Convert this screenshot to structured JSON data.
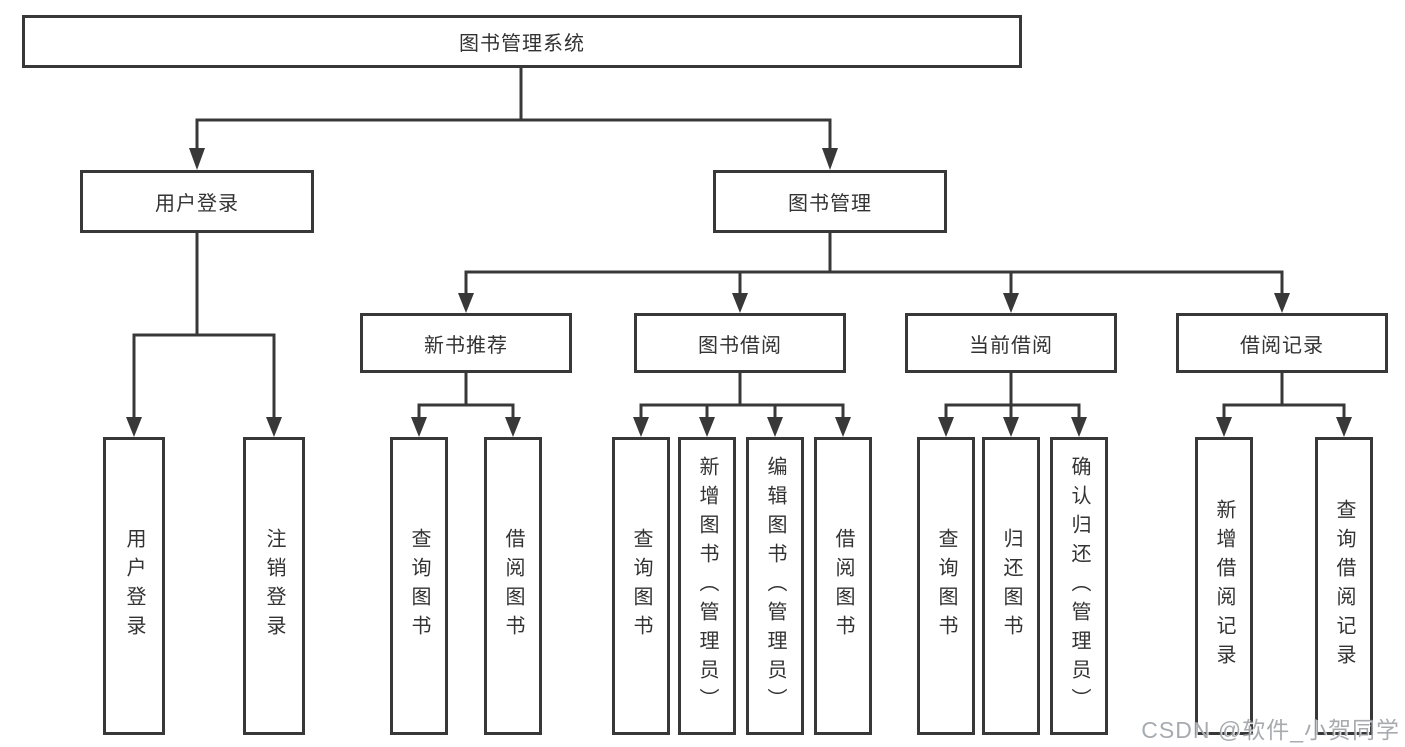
{
  "tree": {
    "label": "图书管理系统",
    "children": [
      {
        "label": "用户登录",
        "children": [
          {
            "label": "用户登录"
          },
          {
            "label": "注销登录"
          }
        ]
      },
      {
        "label": "图书管理",
        "children": [
          {
            "label": "新书推荐",
            "children": [
              {
                "label": "查询图书"
              },
              {
                "label": "借阅图书"
              }
            ]
          },
          {
            "label": "图书借阅",
            "children": [
              {
                "label": "查询图书"
              },
              {
                "label": "新增图书（管理员）"
              },
              {
                "label": "编辑图书（管理员）"
              },
              {
                "label": "借阅图书"
              }
            ]
          },
          {
            "label": "当前借阅",
            "children": [
              {
                "label": "查询图书"
              },
              {
                "label": "归还图书"
              },
              {
                "label": "确认归还（管理员）"
              }
            ]
          },
          {
            "label": "借阅记录",
            "children": [
              {
                "label": "新增借阅记录"
              },
              {
                "label": "查询借阅记录"
              }
            ]
          }
        ]
      }
    ]
  },
  "watermark": {
    "text": "CSDN @软件_小贺同学"
  },
  "colors": {
    "line": "#383838",
    "box_border": "#383838",
    "box_fill": "#ffffff",
    "text": "#333333",
    "watermark": "#989ca2"
  }
}
